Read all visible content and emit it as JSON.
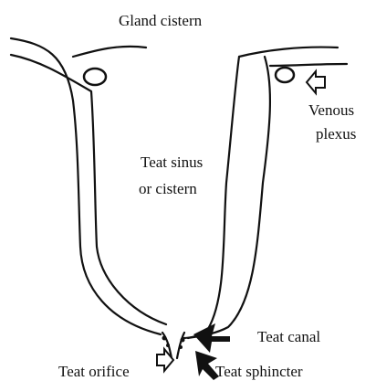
{
  "colors": {
    "ink": "#111111",
    "background": "#ffffff"
  },
  "labels": {
    "gland_cistern": "Gland cistern",
    "venous_line1": "Venous",
    "venous_line2": "plexus",
    "teat_sinus_line1": "Teat sinus",
    "teat_sinus_line2": "or cistern",
    "teat_canal": "Teat canal",
    "teat_orifice": "Teat orifice",
    "teat_sphincter": "Teat sphincter"
  },
  "icons": [
    "open-arrow-icon",
    "solid-arrow-icon"
  ]
}
